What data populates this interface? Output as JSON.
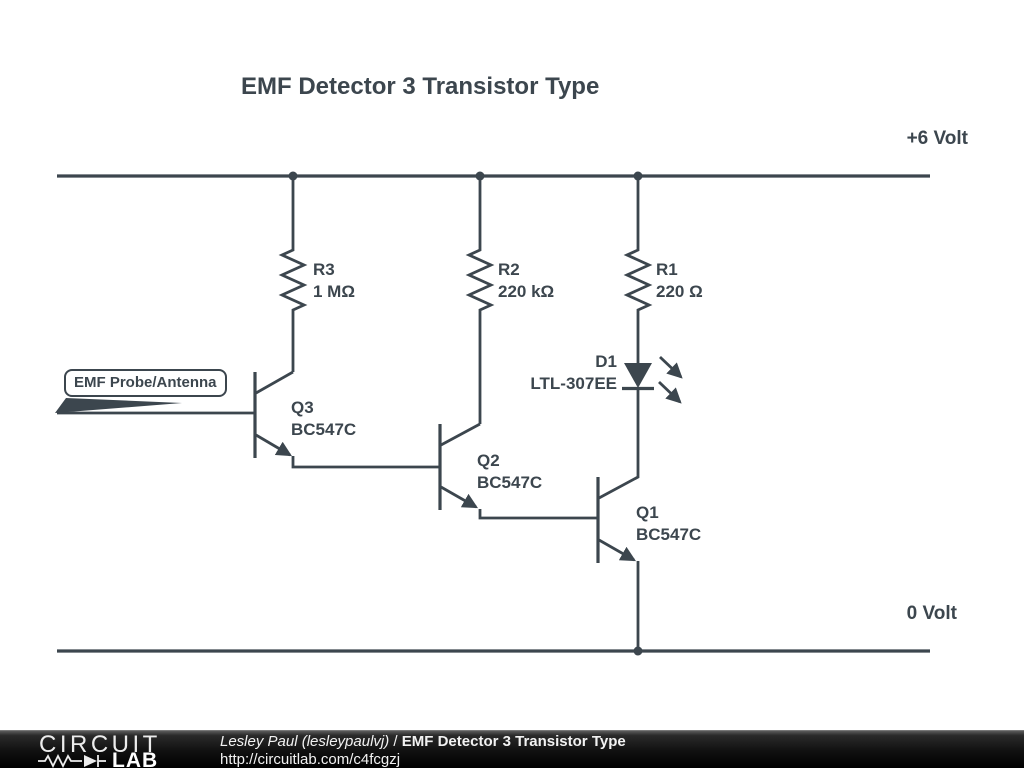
{
  "title": "EMF Detector 3 Transistor Type",
  "rails": {
    "top": "+6 Volt",
    "bottom": "0 Volt"
  },
  "callout": "EMF Probe/Antenna",
  "components": {
    "r3": {
      "name": "R3",
      "value": "1 MΩ"
    },
    "r2": {
      "name": "R2",
      "value": "220 kΩ"
    },
    "r1": {
      "name": "R1",
      "value": "220 Ω"
    },
    "q3": {
      "name": "Q3",
      "value": "BC547C"
    },
    "q2": {
      "name": "Q2",
      "value": "BC547C"
    },
    "q1": {
      "name": "Q1",
      "value": "BC547C"
    },
    "d1": {
      "name": "D1",
      "value": "LTL-307EE"
    }
  },
  "colors": {
    "ink": "#3c464e",
    "footer_bg": "#000000",
    "footer_text": "#f2f2f2"
  },
  "footer": {
    "logo_top": "CIRCUIT",
    "logo_bottom": "LAB",
    "author": "Lesley Paul (lesleypaulvj)",
    "separator": " / ",
    "schematic_title": "EMF Detector 3 Transistor Type",
    "url": "http://circuitlab.com/c4fcgzj"
  }
}
